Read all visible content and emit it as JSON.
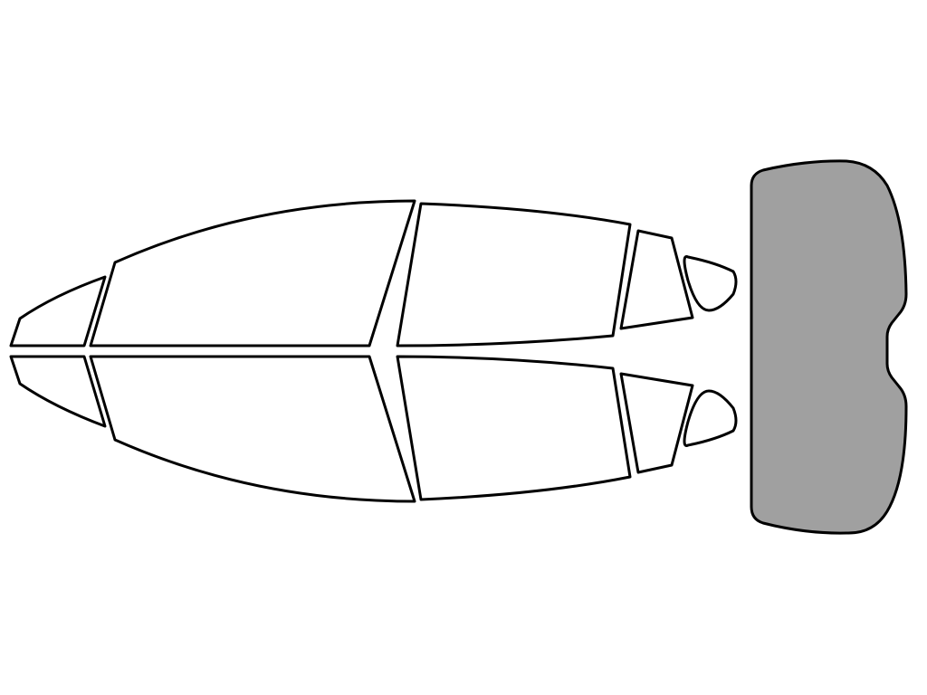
{
  "colors": {
    "background": "#ffffff",
    "outline": "#000000",
    "unselected_fill": "#ffffff",
    "selected_fill": "#a0a0a0"
  },
  "panels": [
    {
      "id": "top-front-quarter-window",
      "selected": false
    },
    {
      "id": "top-front-door-window",
      "selected": false
    },
    {
      "id": "top-rear-door-window",
      "selected": false
    },
    {
      "id": "top-rear-quarter-window",
      "selected": false
    },
    {
      "id": "top-rear-vent-window",
      "selected": false
    },
    {
      "id": "bottom-front-quarter-window",
      "selected": false
    },
    {
      "id": "bottom-front-door-window",
      "selected": false
    },
    {
      "id": "bottom-rear-door-window",
      "selected": false
    },
    {
      "id": "bottom-rear-quarter-window",
      "selected": false
    },
    {
      "id": "bottom-rear-vent-window",
      "selected": false
    },
    {
      "id": "rear-windshield",
      "selected": true
    }
  ]
}
